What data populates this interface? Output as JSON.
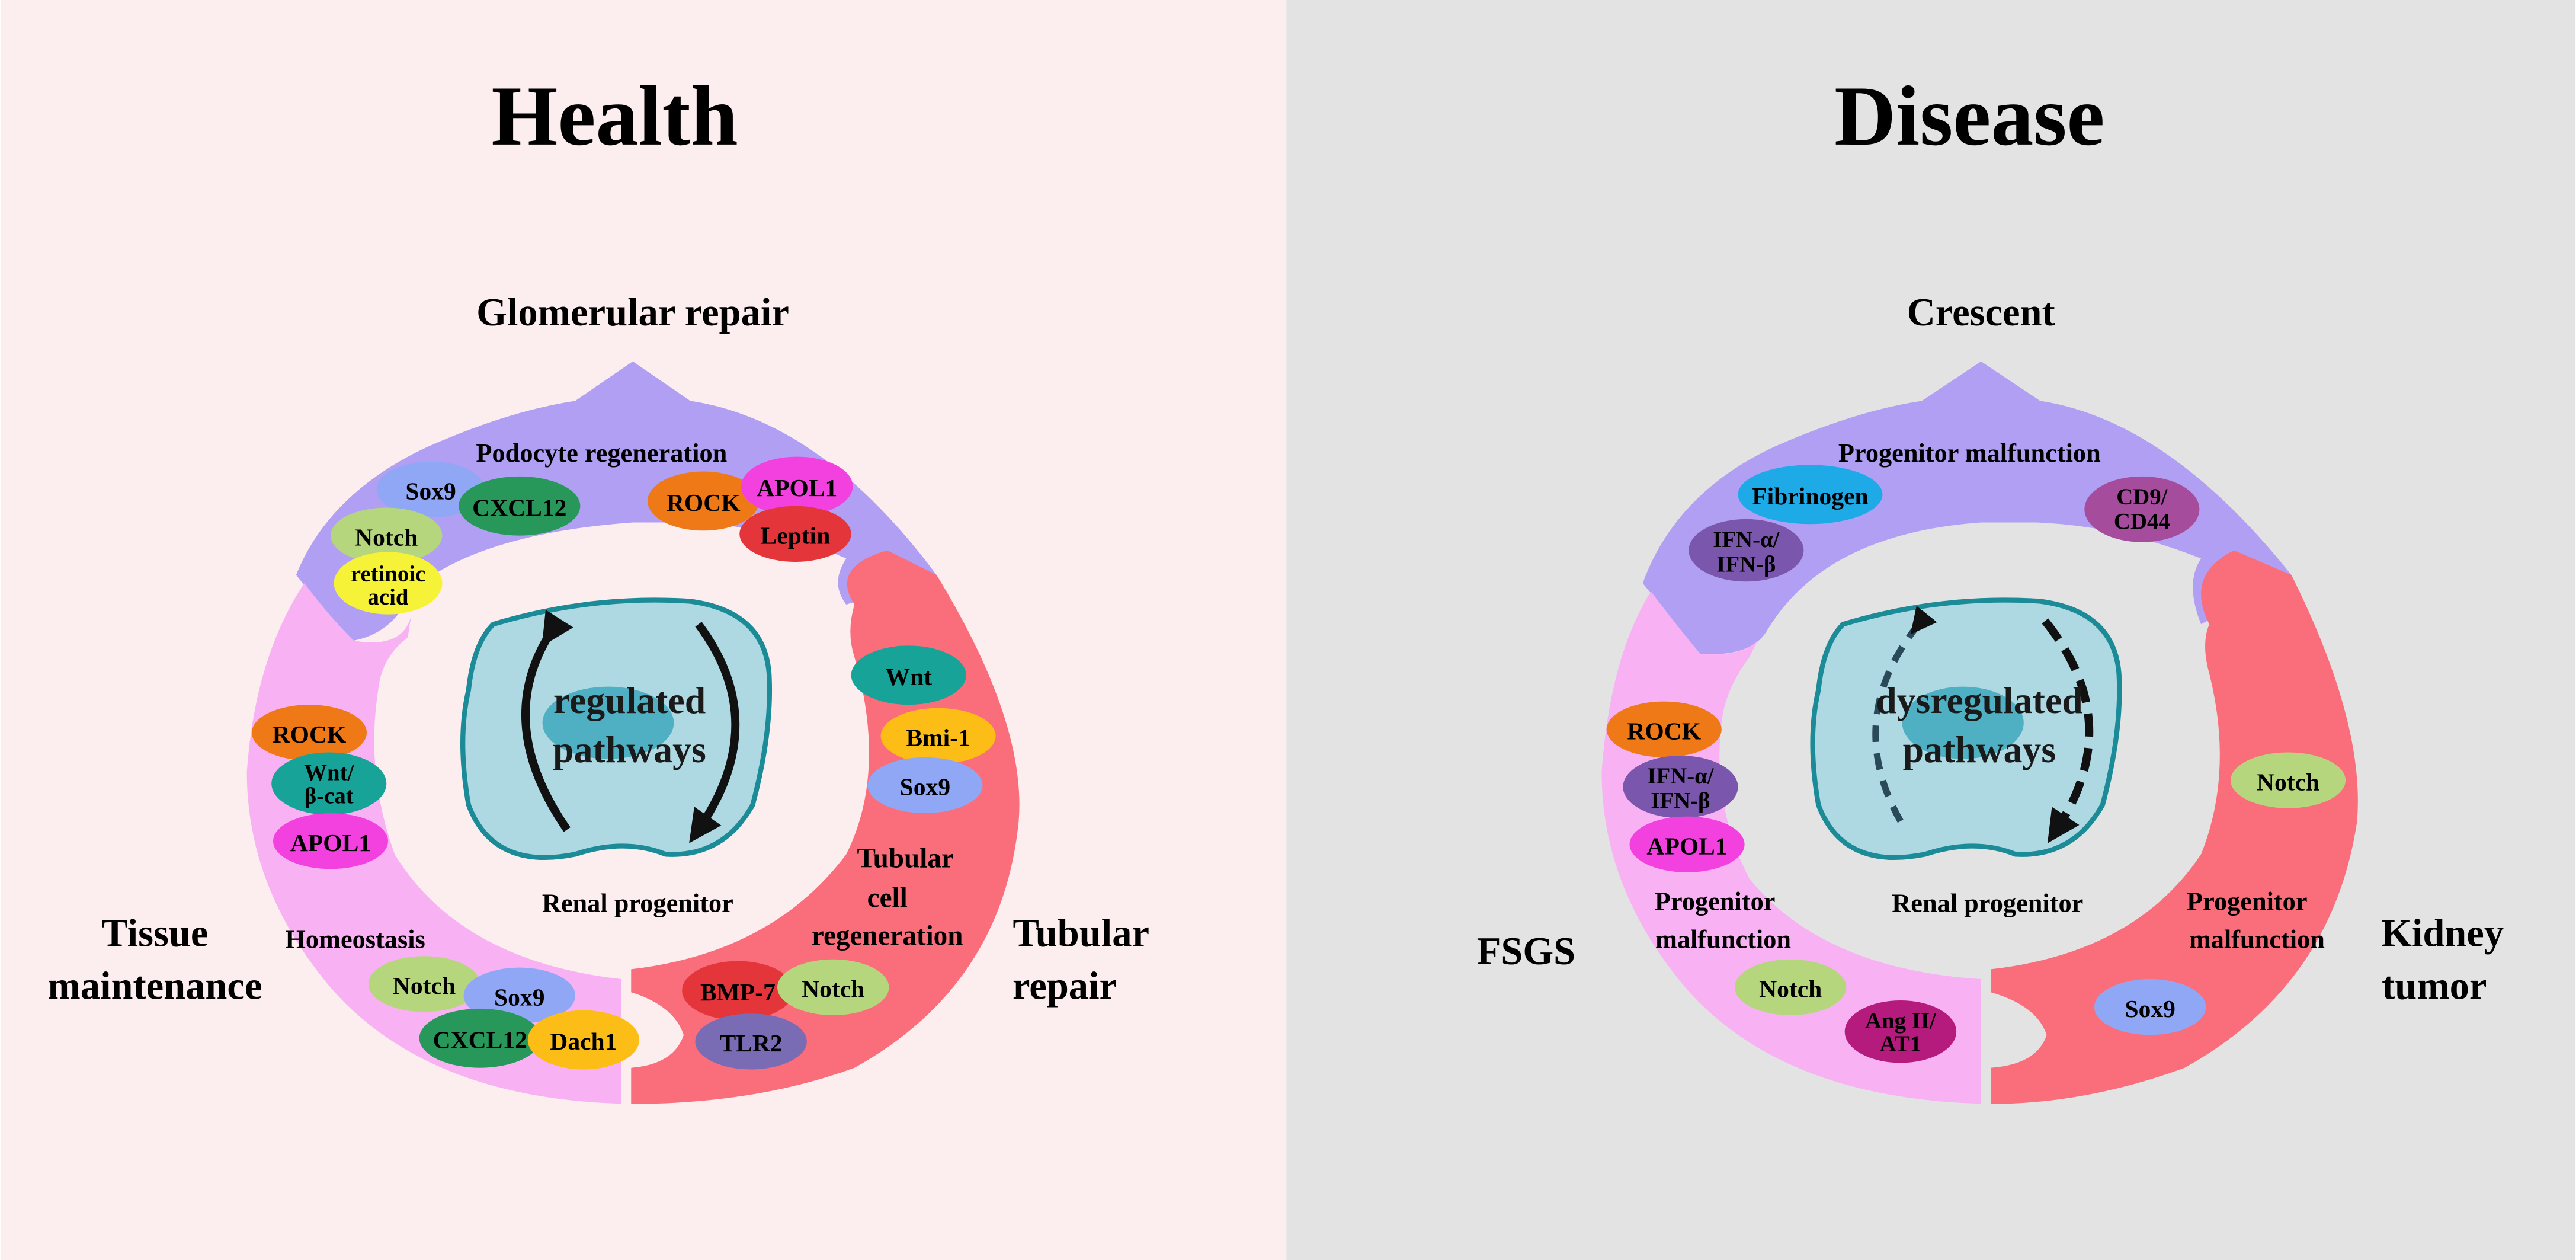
{
  "colors": {
    "health_bg": "#fcedee",
    "disease_bg": "#e3e3e3",
    "purple_segment": "#b09ff2",
    "red_segment": "#f96e7a",
    "pink_segment": "#f8b2f3",
    "cell_fill": "#aed9e3",
    "cell_stroke": "#1a8b97",
    "nucleus": "#4fb0c3"
  },
  "health": {
    "title": "Health",
    "glomerular_repair": "Glomerular repair",
    "podocyte_regeneration": "Podocyte regeneration",
    "tubular_repair_line1": "Tubular",
    "tubular_repair_line2": "repair",
    "tissue_maintenance_line1": "Tissue",
    "tissue_maintenance_line2": "maintenance",
    "homeostasis": "Homeostasis",
    "tubular_cell_regen_line1": "Tubular",
    "tubular_cell_regen_line2": "cell",
    "tubular_cell_regen_line3": "regeneration",
    "center_line1": "regulated",
    "center_line2": "pathways",
    "cell_label": "Renal progenitor",
    "markers": {
      "sox9_a": "Sox9",
      "cxcl12_a": "CXCL12",
      "notch_a": "Notch",
      "retinoic_line1": "retinoic",
      "retinoic_line2": "acid",
      "rock_a": "ROCK",
      "apol1_a": "APOL1",
      "leptin": "Leptin",
      "wnt": "Wnt",
      "bmi1": "Bmi-1",
      "sox9_b": "Sox9",
      "rock_b": "ROCK",
      "wnt_bcat_line1": "Wnt/",
      "wnt_bcat_line2": "β-cat",
      "apol1_b": "APOL1",
      "notch_b": "Notch",
      "sox9_c": "Sox9",
      "cxcl12_b": "CXCL12",
      "dach1": "Dach1",
      "bmp7": "BMP-7",
      "notch_c": "Notch",
      "tlr2": "TLR2"
    }
  },
  "disease": {
    "title": "Disease",
    "crescent": "Crescent",
    "progenitor_malfunction_top": "Progenitor malfunction",
    "kidney_tumor_line1": "Kidney",
    "kidney_tumor_line2": "tumor",
    "fsgs": "FSGS",
    "pm_left_line1": "Progenitor",
    "pm_left_line2": "malfunction",
    "pm_right_line1": "Progenitor",
    "pm_right_line2": "malfunction",
    "center_line1": "dysregulated",
    "center_line2": "pathways",
    "cell_label": "Renal progenitor",
    "markers": {
      "fibrinogen": "Fibrinogen",
      "ifn_a_line1": "IFN-α/",
      "ifn_a_line2": "IFN-β",
      "cd9_line1": "CD9/",
      "cd9_line2": "CD44",
      "notch_r": "Notch",
      "rock": "ROCK",
      "ifn_b_line1": "IFN-α/",
      "ifn_b_line2": "IFN-β",
      "apol1": "APOL1",
      "notch_b": "Notch",
      "ang_line1": "Ang II/",
      "ang_line2": "AT1",
      "sox9": "Sox9"
    }
  }
}
